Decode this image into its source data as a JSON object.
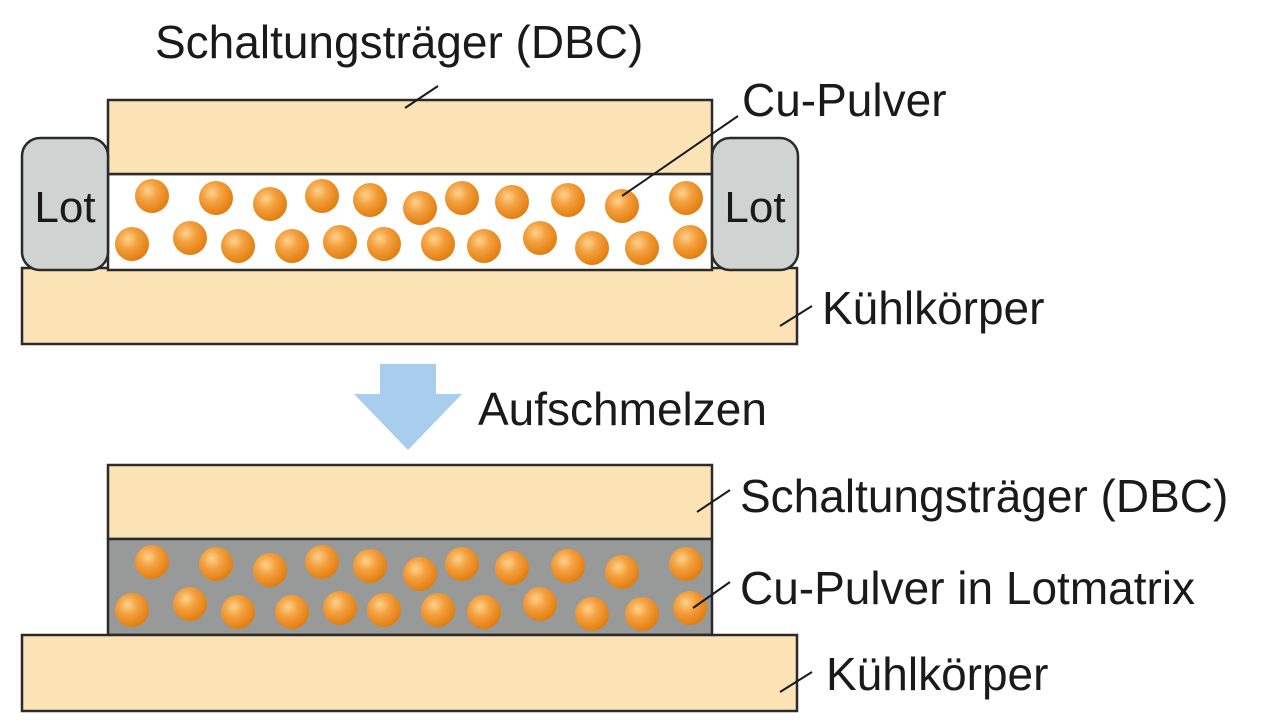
{
  "top": {
    "dbc_label": "Schaltungsträger (DBC)",
    "cu_label": "Cu-Pulver",
    "lot_left": "Lot",
    "lot_right": "Lot",
    "heatsink_label": "Kühlkörper"
  },
  "process": {
    "arrow_label": "Aufschmelzen"
  },
  "bottom": {
    "dbc_label": "Schaltungsträger (DBC)",
    "matrix_label": "Cu-Pulver in Lotmatrix",
    "heatsink_label": "Kühlkörper"
  },
  "colors": {
    "substrate": "#fbe3b6",
    "outline": "#2a2a2a",
    "particle": "#f0921e",
    "particle_highlight": "#ffd28a",
    "solder": "#cfd3d2",
    "matrix": "#979a98",
    "arrow": "#a9cdec"
  }
}
